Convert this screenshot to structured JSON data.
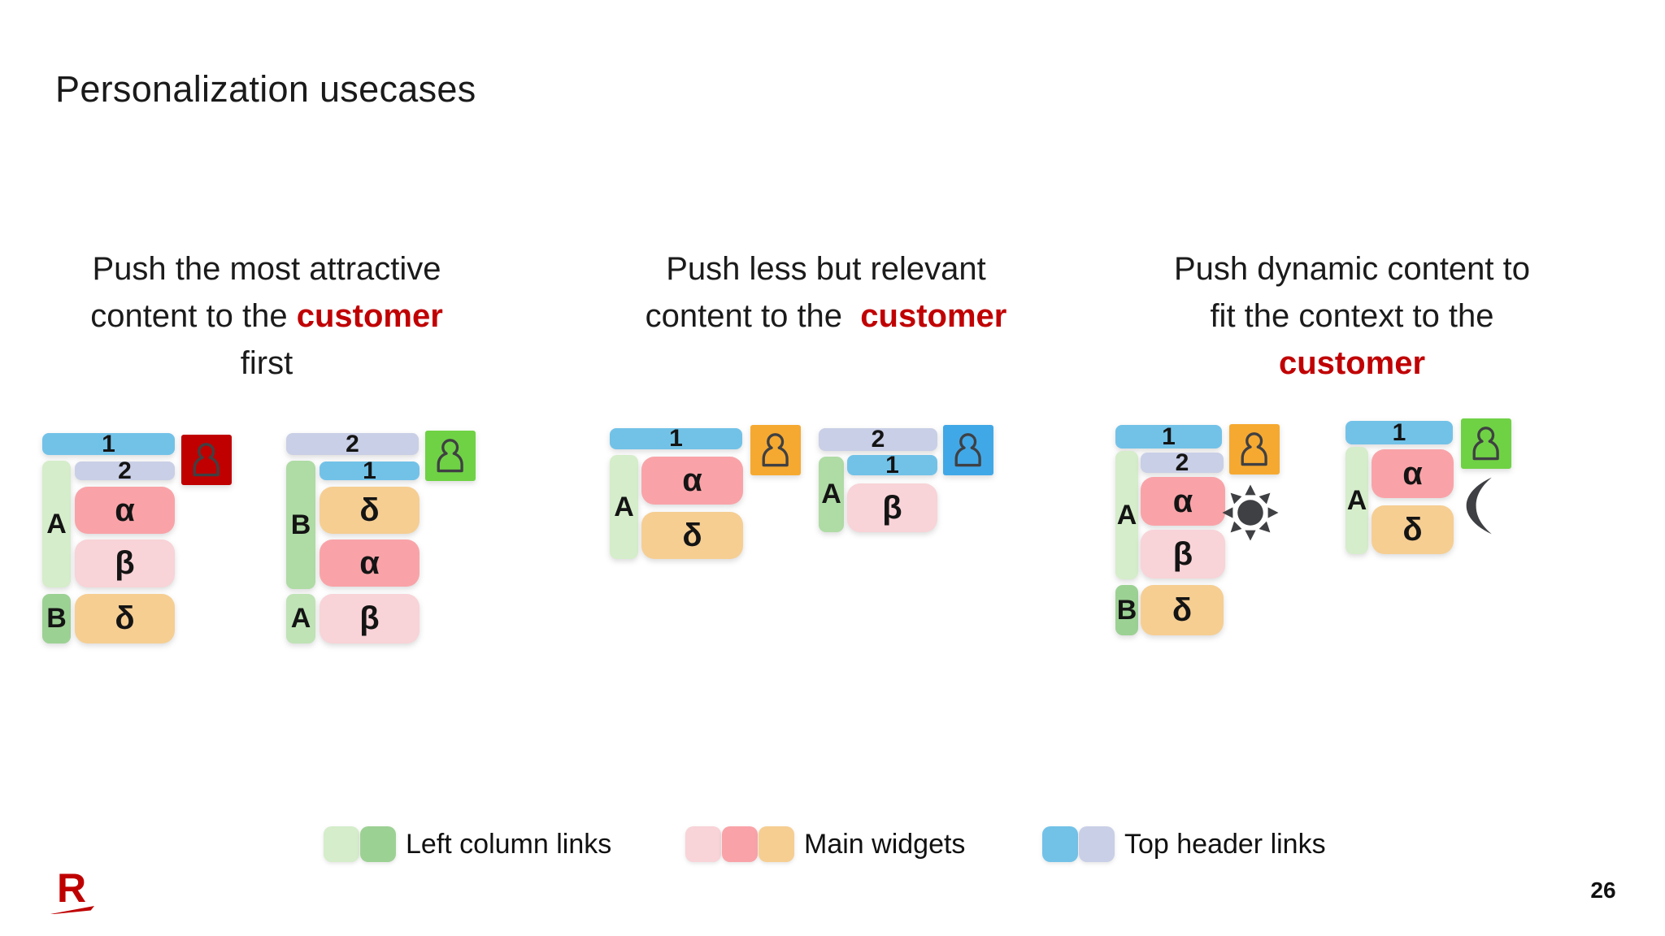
{
  "slide": {
    "title": "Personalization usecases",
    "page_number": "26",
    "logo_letter": "R"
  },
  "colors": {
    "blue": "#72C2E8",
    "lavender": "#C9CFE6",
    "green_light": "#D5EDCA",
    "green_medium": "#9CD194",
    "green_mid": "#AFDBA5",
    "green_soft": "#BFE3B5",
    "salmon": "#F9A3A8",
    "pink": "#F8D3D7",
    "orange": "#F6CE92",
    "red_badge": "#C00000",
    "green_badge": "#6FD244",
    "orange_badge": "#F6A930",
    "blue_badge": "#41A8E8",
    "icon_ink": "#3F4043",
    "heading_red": "#C00003",
    "brand_red": "#BF0000"
  },
  "columns": [
    {
      "heading_lines": [
        [
          {
            "t": "Push the most attractive"
          }
        ],
        [
          {
            "t": "content to the "
          },
          {
            "t": "customer",
            "red": true
          }
        ],
        [
          {
            "t": "first"
          }
        ]
      ]
    },
    {
      "heading_lines": [
        [
          {
            "t": "Push less but relevant"
          }
        ],
        [
          {
            "t": "content to the  "
          },
          {
            "t": "customer",
            "red": true
          }
        ]
      ]
    },
    {
      "heading_lines": [
        [
          {
            "t": "Push dynamic content to"
          }
        ],
        [
          {
            "t": "fit the context to the"
          }
        ],
        [
          {
            "t": "customer",
            "red": true
          }
        ]
      ]
    }
  ],
  "diagrams": [
    {
      "id": "d1",
      "badge": {
        "icon": "person-icon",
        "bg": "red_badge"
      },
      "parts": [
        {
          "key": "top_bar",
          "kind": "bar",
          "label": "1",
          "color": "blue"
        },
        {
          "key": "left1",
          "kind": "left",
          "label": "A",
          "color": "green_light"
        },
        {
          "key": "bar2",
          "kind": "bar",
          "label": "2",
          "color": "lavender"
        },
        {
          "key": "w1",
          "kind": "widget",
          "label": "α",
          "color": "salmon"
        },
        {
          "key": "w2",
          "kind": "widget",
          "label": "β",
          "color": "pink"
        },
        {
          "key": "left2",
          "kind": "left",
          "label": "B",
          "color": "green_medium"
        },
        {
          "key": "w3",
          "kind": "widget",
          "label": "δ",
          "color": "orange"
        }
      ]
    },
    {
      "id": "d2",
      "badge": {
        "icon": "person-icon",
        "bg": "green_badge"
      },
      "parts": [
        {
          "key": "top_bar",
          "kind": "bar",
          "label": "2",
          "color": "lavender"
        },
        {
          "key": "left1",
          "kind": "left",
          "label": "B",
          "color": "green_mid"
        },
        {
          "key": "bar2",
          "kind": "bar",
          "label": "1",
          "color": "blue"
        },
        {
          "key": "w1",
          "kind": "widget",
          "label": "δ",
          "color": "orange"
        },
        {
          "key": "w2",
          "kind": "widget",
          "label": "α",
          "color": "salmon"
        },
        {
          "key": "left2",
          "kind": "left",
          "label": "A",
          "color": "green_soft"
        },
        {
          "key": "w3",
          "kind": "widget",
          "label": "β",
          "color": "pink"
        }
      ]
    },
    {
      "id": "d3",
      "badge": {
        "icon": "person-icon",
        "bg": "orange_badge"
      },
      "parts": [
        {
          "key": "top_bar",
          "kind": "bar",
          "label": "1",
          "color": "blue"
        },
        {
          "key": "left1",
          "kind": "left",
          "label": "A",
          "color": "green_light"
        },
        {
          "key": "w1",
          "kind": "widget",
          "label": "α",
          "color": "salmon"
        },
        {
          "key": "w2",
          "kind": "widget",
          "label": "δ",
          "color": "orange"
        }
      ]
    },
    {
      "id": "d4",
      "badge": {
        "icon": "person-icon",
        "bg": "blue_badge"
      },
      "parts": [
        {
          "key": "top_bar",
          "kind": "bar",
          "label": "2",
          "color": "lavender"
        },
        {
          "key": "left1",
          "kind": "left",
          "label": "A",
          "color": "green_mid"
        },
        {
          "key": "bar2",
          "kind": "bar",
          "label": "1",
          "color": "blue"
        },
        {
          "key": "w1",
          "kind": "widget",
          "label": "β",
          "color": "pink"
        }
      ]
    },
    {
      "id": "d5",
      "badge": {
        "icon": "person-icon",
        "bg": "orange_badge"
      },
      "context": {
        "icon": "sun-icon"
      },
      "parts": [
        {
          "key": "top_bar",
          "kind": "bar",
          "label": "1",
          "color": "blue"
        },
        {
          "key": "left1",
          "kind": "left",
          "label": "A",
          "color": "green_light"
        },
        {
          "key": "bar2",
          "kind": "bar",
          "label": "2",
          "color": "lavender"
        },
        {
          "key": "w1",
          "kind": "widget",
          "label": "α",
          "color": "salmon"
        },
        {
          "key": "w2",
          "kind": "widget",
          "label": "β",
          "color": "pink"
        },
        {
          "key": "left2",
          "kind": "left",
          "label": "B",
          "color": "green_medium"
        },
        {
          "key": "w3",
          "kind": "widget",
          "label": "δ",
          "color": "orange"
        }
      ]
    },
    {
      "id": "d6",
      "badge": {
        "icon": "person-icon",
        "bg": "green_badge"
      },
      "context": {
        "icon": "moon-icon"
      },
      "parts": [
        {
          "key": "top_bar",
          "kind": "bar",
          "label": "1",
          "color": "blue"
        },
        {
          "key": "left1",
          "kind": "left",
          "label": "A",
          "color": "green_light"
        },
        {
          "key": "w1",
          "kind": "widget",
          "label": "α",
          "color": "salmon"
        },
        {
          "key": "w2",
          "kind": "widget",
          "label": "δ",
          "color": "orange"
        }
      ]
    }
  ],
  "legend": [
    {
      "label": "Left column links",
      "swatches": [
        "green_light",
        "green_medium"
      ]
    },
    {
      "label": "Main widgets",
      "swatches": [
        "pink",
        "salmon",
        "orange"
      ]
    },
    {
      "label": "Top header links",
      "swatches": [
        "blue",
        "lavender"
      ]
    }
  ]
}
